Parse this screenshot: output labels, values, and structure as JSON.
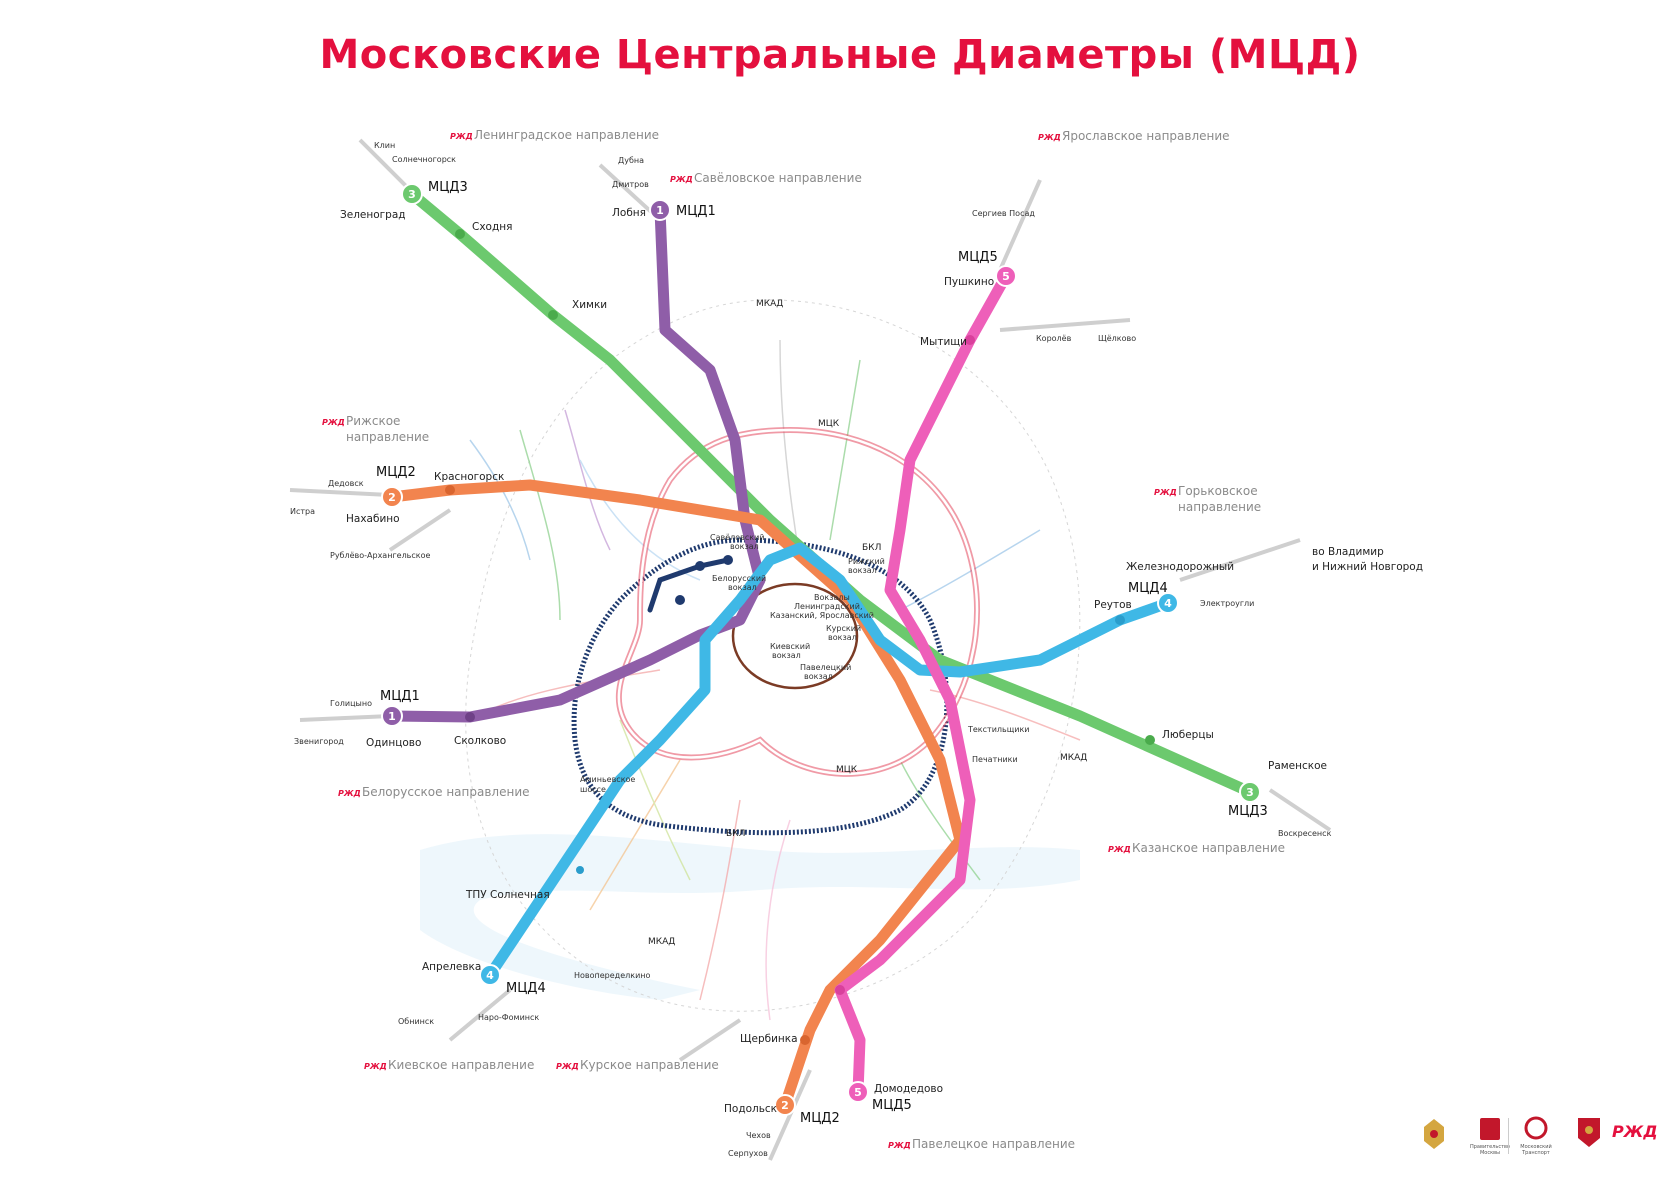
{
  "title": "Московские Центральные Диаметры (МЦД)",
  "colors": {
    "title": "#e4103e",
    "mcd1": "#8f5ea8",
    "mcd2": "#f2844e",
    "mcd3": "#6cc96e",
    "mcd4": "#3fb8e6",
    "mcd5": "#ee5fb9",
    "mck": "#e4475c",
    "bkl": "#1f3a6e",
    "koltsevaya": "#7b3b25",
    "rzd": "#e4103e"
  },
  "lines": {
    "mcd1_a": "МЦД1",
    "mcd1_b": "МЦД1",
    "mcd2_a": "МЦД2",
    "mcd2_b": "МЦД2",
    "mcd3_a": "МЦД3",
    "mcd3_b": "МЦД3",
    "mcd4_a": "МЦД4",
    "mcd4_b": "МЦД4",
    "mcd5_a": "МЦД5",
    "mcd5_b": "МЦД5"
  },
  "badges": {
    "mcd1_n": "1",
    "mcd1_s": "1",
    "mcd2_w": "2",
    "mcd2_s": "2",
    "mcd3_nw": "3",
    "mcd3_se": "3",
    "mcd4_e": "4",
    "mcd4_sw": "4",
    "mcd5_n": "5",
    "mcd5_s": "5"
  },
  "rzd_mark": "РЖД",
  "directions": {
    "leningrad": "Ленинградское направление",
    "savelovo": "Савёловское направление",
    "yaroslavl": "Ярославское направление",
    "riga_1": "Рижское",
    "riga_2": "направление",
    "gorky_1": "Горьковское",
    "gorky_2": "направление",
    "belarus": "Белорусское направление",
    "kazan": "Казанское направление",
    "kiev": "Киевское направление",
    "kursk": "Курское направление",
    "paveletsk": "Павелецкое направление"
  },
  "stations": {
    "klin": "Клин",
    "solnechnogorsk": "Солнечногорск",
    "zelenograd": "Зеленоград",
    "skhodnya": "Сходня",
    "khimki": "Химки",
    "dubna": "Дубна",
    "dmitrov": "Дмитров",
    "lobnya": "Лобня",
    "sergiev_posad": "Сергиев Посад",
    "pushkino": "Пушкино",
    "mytishchi": "Мытищи",
    "korolev": "Королёв",
    "shchelkovo": "Щёлково",
    "dedovsk": "Дедовск",
    "istra": "Истра",
    "krasnogorsk": "Красногорск",
    "nakhabino": "Нахабино",
    "rublevo": "Рублёво-Архангельское",
    "zheleznodorozhny": "Железнодорожный",
    "vladimir_1": "во Владимир",
    "vladimir_2": "и Нижний Новгород",
    "reutov": "Реутов",
    "elektrougli": "Электроугли",
    "golitsyno": "Голицыно",
    "zvenigorod": "Звенигород",
    "odintsovo": "Одинцово",
    "skolkovo": "Сколково",
    "lyubertsy": "Люберцы",
    "ramenskoe": "Раменское",
    "voskresensk": "Воскресенск",
    "tekstilshchiki": "Текстильщики",
    "pechatniki": "Печатники",
    "aminyevskoe_1": "Аминьевское",
    "aminyevskoe_2": "шоссе",
    "tpu_solnechnaya": "ТПУ Солнечная",
    "aprelevka": "Апрелевка",
    "novoperedelkino": "Новопеределкино",
    "obninsk": "Обнинск",
    "naro_fominsk": "Наро-Фоминск",
    "shcherbinka": "Щербинка",
    "podolsk": "Подольск",
    "chekhov": "Чехов",
    "serpukhov": "Серпухов",
    "domodedovo": "Домодедово"
  },
  "terminals": {
    "savelovsky_1": "Савёловский",
    "savelovsky_2": "вокзал",
    "rizhsky_1": "Рижский",
    "rizhsky_2": "вокзал",
    "belorussky_1": "Белорусский",
    "belorussky_2": "вокзал",
    "three_1": "Вокзалы",
    "three_2": "Ленинградский,",
    "three_3": "Казанский, Ярославский",
    "kursky_1": "Курский",
    "kursky_2": "вокзал",
    "kievsky_1": "Киевский",
    "kievsky_2": "вокзал",
    "paveletsky_1": "Павелецкий",
    "paveletsky_2": "вокзал"
  },
  "rings": {
    "mck": "МЦК",
    "bkl": "БКЛ",
    "mkad": "МКАД"
  },
  "logos": {
    "moscow_gov_1": "Правительство",
    "moscow_gov_2": "Москвы",
    "transport_1": "Московский",
    "transport_2": "Транспорт"
  }
}
